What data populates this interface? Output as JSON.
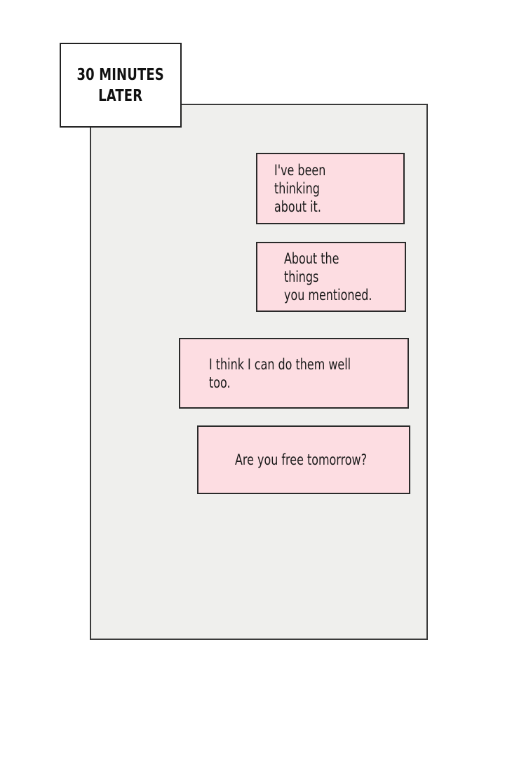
{
  "caption": {
    "text": "30 MINUTES\nLATER"
  },
  "messages": [
    {
      "text": "I've been thinking\nabout it."
    },
    {
      "text": "About the things\nyou mentioned."
    },
    {
      "text": "I think I can do them well too."
    },
    {
      "text": "Are you free tomorrow?"
    }
  ],
  "colors": {
    "panel_background": "#efefed",
    "bubble_fill": "#fddde2",
    "border": "#2a2a2a",
    "page_background": "#ffffff"
  }
}
